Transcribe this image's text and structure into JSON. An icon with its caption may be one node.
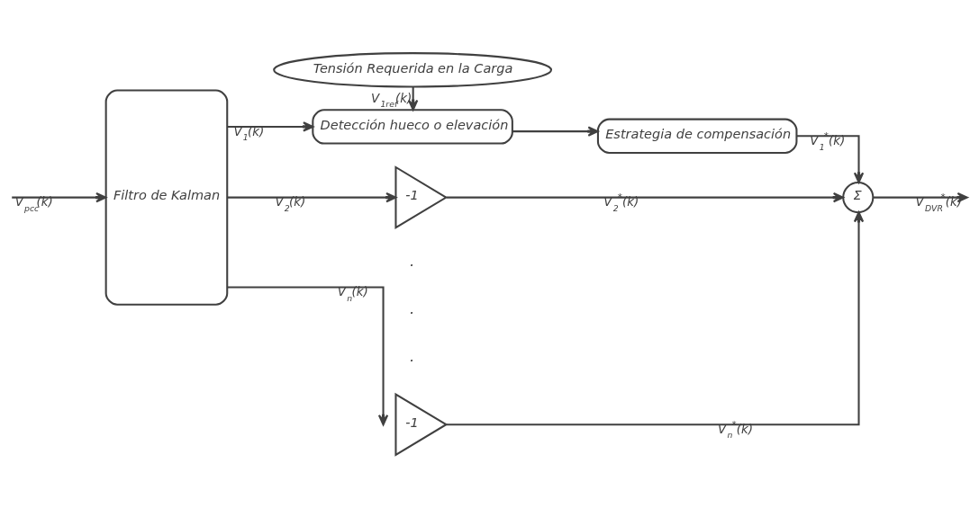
{
  "diagram": {
    "nodes": [
      {
        "text": [
          "Tensión Requerida en la Carga"
        ]
      },
      {
        "text": [
          "Filtro de Kalman"
        ]
      },
      {
        "text": [
          "Detección hueco o elevación"
        ]
      },
      {
        "text": [
          "Estrategia de compensación"
        ]
      },
      {
        "text": [
          "-1"
        ]
      },
      {
        "text": [
          "-1"
        ]
      },
      {
        "text": [
          "Σ"
        ]
      }
    ],
    "edges": [
      {
        "from": null,
        "to": 1,
        "arrow": "to",
        "label": "V$_{pcc}$(k)"
      },
      {
        "from": 0,
        "to": 2,
        "arrow": "to",
        "label": "V$_{1ref}$(k)"
      },
      {
        "from": 1,
        "to": 2,
        "arrow": "to",
        "label": "V$_{1}$(k)"
      },
      {
        "from": 2,
        "to": 3,
        "arrow": "to"
      },
      {
        "from": 3,
        "to": 6,
        "arrow": "to",
        "label": "V$_{1}$$^{*}$(k)"
      },
      {
        "from": 1,
        "to": 4,
        "arrow": "to",
        "label": "V$_{2}$(k)"
      },
      {
        "from": 4,
        "to": 6,
        "arrow": "to",
        "label": "V$_{2}$$^{*}$(k)"
      },
      {
        "from": 1,
        "to": 5,
        "arrow": "to",
        "label": "V$_{n}$(k)"
      },
      {
        "from": 5,
        "to": 6,
        "arrow": "to",
        "label": "V$_{n}$$^{*}$(k)"
      },
      {
        "from": 6,
        "to": null,
        "arrow": "to",
        "label": "V$_{DVR}$$^{*}$(k)"
      }
    ],
    "labels": [
      ".",
      ".",
      "."
    ]
  }
}
